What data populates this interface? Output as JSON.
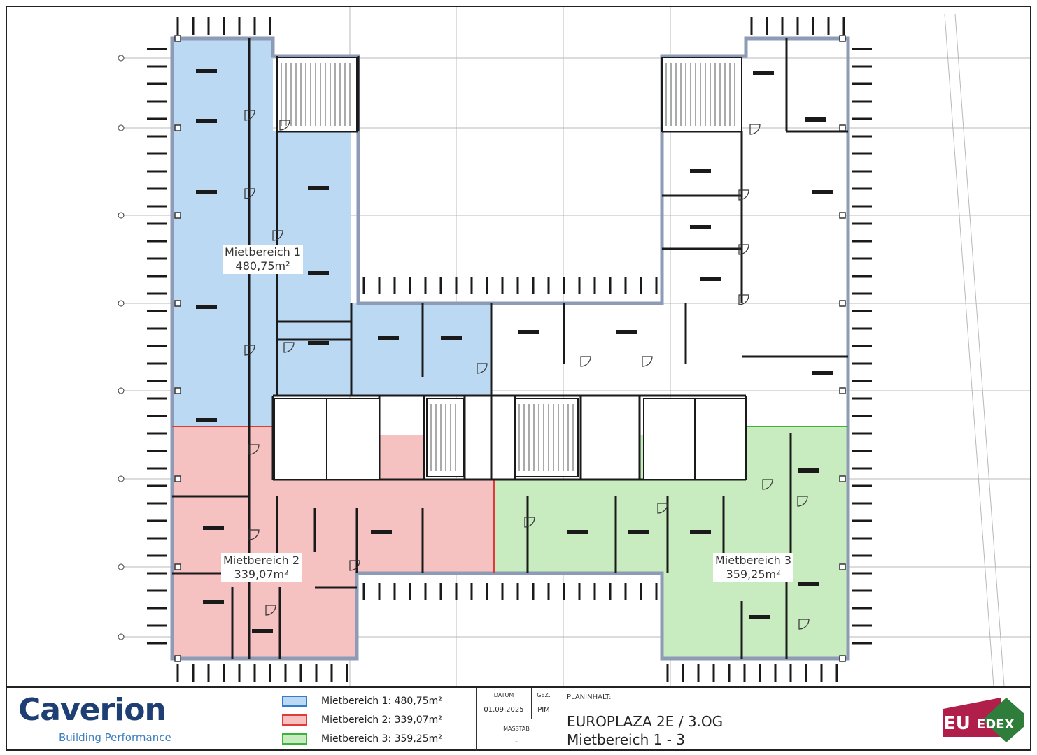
{
  "colors": {
    "blue_fill": "#bcd9f3",
    "red_fill": "#f6c1c1",
    "green_fill": "#c8ecc0",
    "wall": "#1a1a1a",
    "facade": "#8d9bb6",
    "red_border": "#e23a3a",
    "blue_border": "#2f7dcc",
    "green_border": "#3db33d",
    "grid": "#b8b8b8",
    "caverion_navy": "#1e3f74",
    "caverion_blue": "#3d7fbf",
    "edex_red": "#b01e4a",
    "edex_green": "#2e7d3b"
  },
  "areas": [
    {
      "name": "Mietbereich 1",
      "area": "480,75m²",
      "color": "blue"
    },
    {
      "name": "Mietbereich 2",
      "area": "339,07m²",
      "color": "red"
    },
    {
      "name": "Mietbereich 3",
      "area": "359,25m²",
      "color": "green"
    }
  ],
  "legend": [
    {
      "label": "Mietbereich 1:  480,75m²",
      "color": "blue"
    },
    {
      "label": "Mietbereich 2: 339,07m²",
      "color": "red"
    },
    {
      "label": "Mietbereich 3: 359,25m²",
      "color": "green"
    }
  ],
  "titleblock": {
    "company": "Caverion",
    "tagline": "Building Performance",
    "datum_label": "DATUM",
    "datum_value": "01.09.2025",
    "gez_label": "GEZ.",
    "gez_value": "PIM",
    "massstab_label": "MASSTAB",
    "massstab_value": "-",
    "planinhalt_label": "PLANINHALT:",
    "title": "EUROPLAZA 2E / 3.OG",
    "subtitle": "Mietbereich 1 - 3",
    "partner_logo": "EDEX",
    "partner_logo_prefix": "EU"
  }
}
